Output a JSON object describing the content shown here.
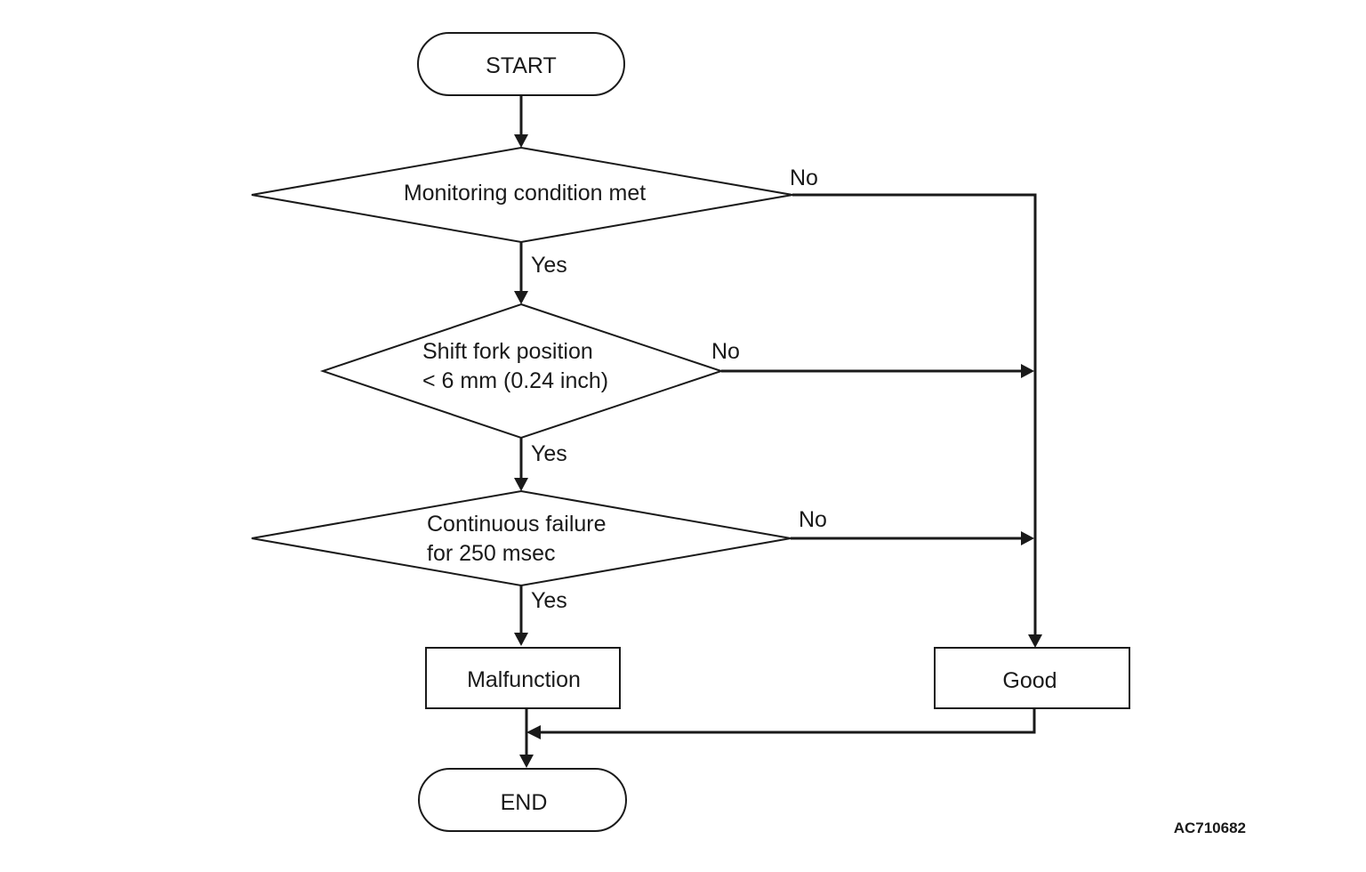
{
  "flowchart": {
    "start": "START",
    "end": "END",
    "decisions": [
      {
        "lines": [
          "Monitoring condition met"
        ],
        "yes": "Yes",
        "no": "No"
      },
      {
        "lines": [
          "Shift fork position",
          "< 6 mm (0.24 inch)"
        ],
        "yes": "Yes",
        "no": "No"
      },
      {
        "lines": [
          "Continuous failure",
          "for 250 msec"
        ],
        "yes": "Yes",
        "no": "No"
      }
    ],
    "results": {
      "malfunction": "Malfunction",
      "good": "Good"
    }
  },
  "figure_code": "AC710682"
}
